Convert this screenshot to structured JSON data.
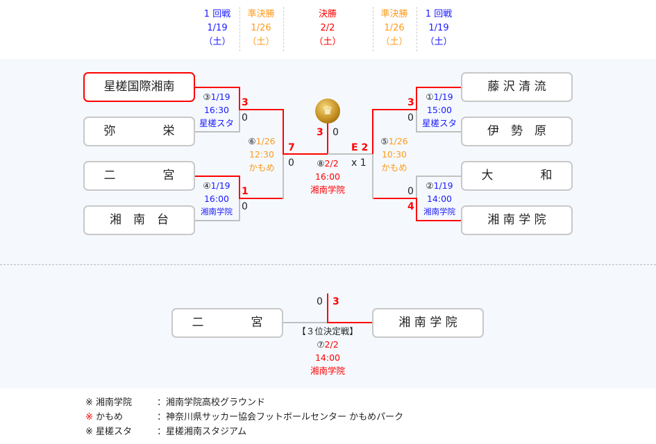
{
  "header": [
    {
      "round": "1 回戦",
      "date": "1/19",
      "day": "（土）",
      "color": "#1a1aff"
    },
    {
      "round": "準決勝",
      "date": "1/26",
      "day": "（土）",
      "color": "#ff9a1a"
    },
    {
      "round": "決勝",
      "date": "2/2",
      "day": "（土）",
      "color": "#ff0000"
    },
    {
      "round": "準決勝",
      "date": "1/26",
      "day": "（土）",
      "color": "#ff9a1a"
    },
    {
      "round": "1 回戦",
      "date": "1/19",
      "day": "（土）",
      "color": "#1a1aff"
    }
  ],
  "teams": {
    "l1": "星槎国際湘南",
    "l2": "弥　　　　栄",
    "l3": "二　　　　宮",
    "l4": "湘　南　台",
    "r1": "藤 沢 清 流",
    "r2": "伊　勢　原",
    "r3": "大　　　　和",
    "r4": "湘 南 学 院",
    "t1": "二　　　　宮",
    "t2": "湘 南 学 院"
  },
  "scores": {
    "m3": [
      "3",
      "0"
    ],
    "m4": [
      "1",
      "0"
    ],
    "m6": [
      "7",
      "0"
    ],
    "m8": [
      "3",
      "0"
    ],
    "m5": [
      "E 2",
      "x 1"
    ],
    "m1": [
      "3",
      "0"
    ],
    "m2": [
      "0",
      "4"
    ],
    "m7": [
      "0",
      "3"
    ]
  },
  "matches": {
    "m3": {
      "no": "③",
      "date": "1/19",
      "time": "16:30",
      "venue": "星槎スタ"
    },
    "m4": {
      "no": "④",
      "date": "1/19",
      "time": "16:00",
      "venue": "湘南学院"
    },
    "m6": {
      "no": "⑥",
      "date": "1/26",
      "time": "12:30",
      "venue": "かもめ"
    },
    "m8": {
      "no": "⑧",
      "date": "2/2",
      "time": "16:00",
      "venue": "湘南学院"
    },
    "m5": {
      "no": "⑤",
      "date": "1/26",
      "time": "10:30",
      "venue": "かもめ"
    },
    "m1": {
      "no": "①",
      "date": "1/19",
      "time": "15:00",
      "venue": "星槎スタ"
    },
    "m2": {
      "no": "②",
      "date": "1/19",
      "time": "14:00",
      "venue": "湘南学院"
    },
    "m7": {
      "label": "【３位決定戦】",
      "no": "⑦",
      "date": "2/2",
      "time": "14:00",
      "venue": "湘南学院"
    }
  },
  "footer": [
    {
      "mark": "※",
      "abbr": "湘南学院",
      "full": "：湘南学院高校グラウンド"
    },
    {
      "mark": "※",
      "abbr": "かもめ",
      "full": "：神奈川県サッカー協会フットボールセンター かもめパーク"
    },
    {
      "mark": "※",
      "abbr": "星槎スタ",
      "full": "：星槎湘南スタジアム"
    }
  ],
  "icons": {
    "trophy": "crown-medal-icon"
  }
}
